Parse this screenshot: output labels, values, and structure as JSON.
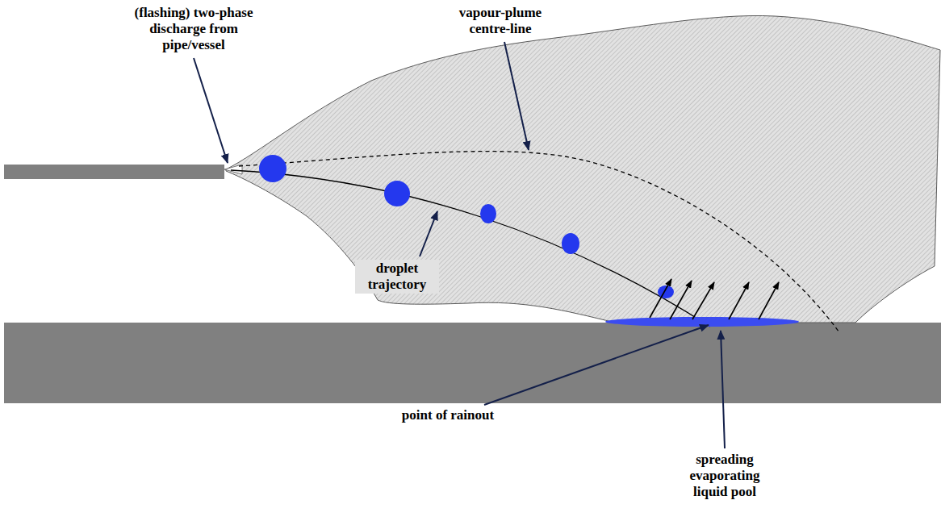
{
  "diagram": {
    "labels": [
      "(flashing) two-phase discharge from pipe/vessel",
      "vapour-plume centre-line",
      "droplet trajectory",
      "point of rainout",
      "spreading evaporating liquid pool"
    ]
  }
}
